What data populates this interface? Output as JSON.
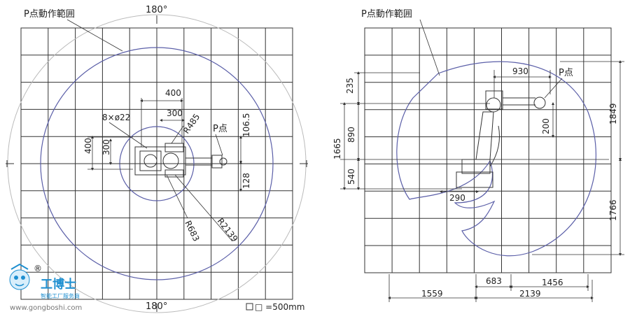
{
  "left_view": {
    "title": "P点動作範囲",
    "angle_top": "180°",
    "angle_bottom": "180°",
    "dims": {
      "d400_top": "400",
      "d300_top": "300",
      "holes": "8×ø22",
      "r485": "R485",
      "p_point": "P点",
      "d106": "106.5",
      "d128": "128",
      "d400_left": "400",
      "d300_left": "300",
      "r683": "R683",
      "r2139": "R2139"
    },
    "grid_note": "□ =500mm"
  },
  "right_view": {
    "title": "P点動作範囲",
    "p_point": "P点",
    "dims": {
      "d930": "930",
      "d235": "235",
      "d1665": "1665",
      "d890": "890",
      "d540": "540",
      "d200": "200",
      "d1849": "1849",
      "d1766": "1766",
      "d290": "290",
      "d683": "683",
      "d1456": "1456",
      "d1559": "1559",
      "d2139": "2139"
    }
  },
  "watermark": {
    "name": "工博士",
    "tagline": "智能工厂服务商",
    "url": "www.gongboshi.com",
    "registered": "®"
  },
  "colors": {
    "grid": "#333333",
    "envelope": "#5b5fa8",
    "outer_circle": "#bbbbbb",
    "brand": "#1e8fd0"
  }
}
